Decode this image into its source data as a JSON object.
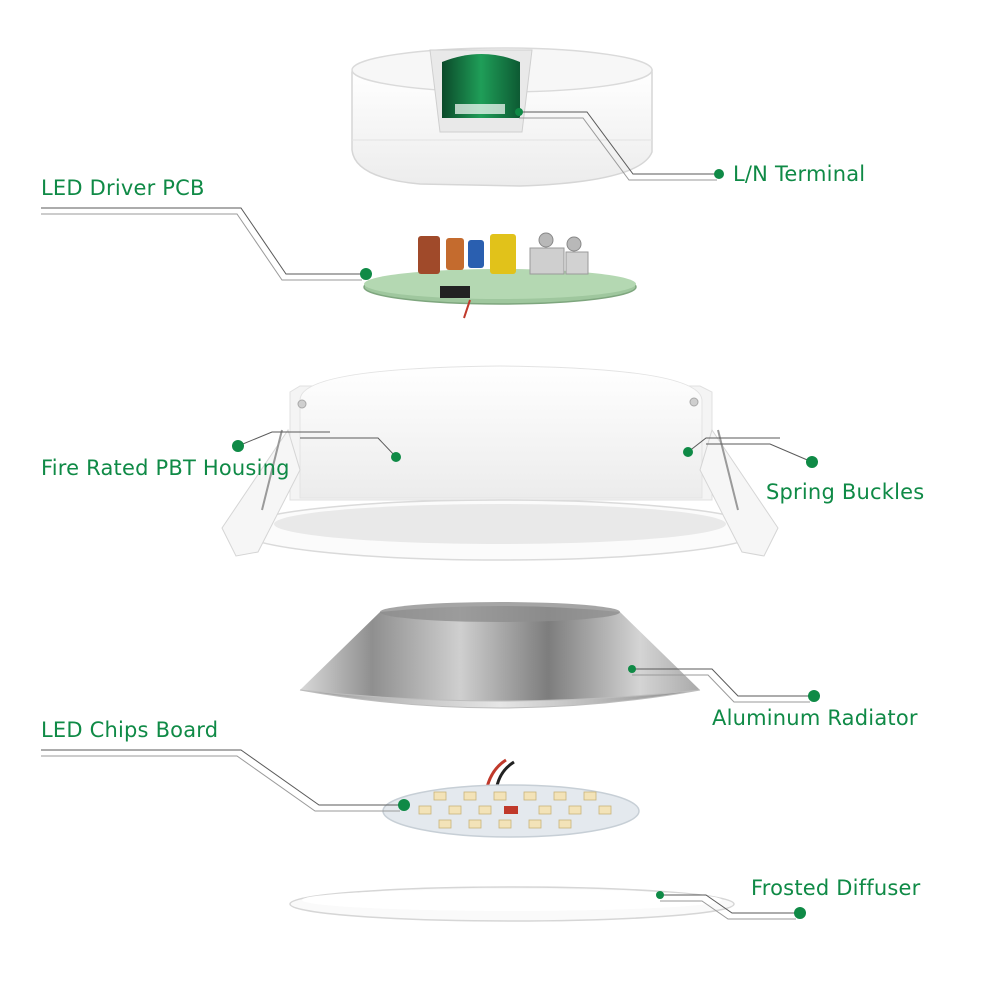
{
  "accent_color": "#0f8a46",
  "leader_color": "#5a5a5a",
  "components": [
    {
      "id": "ln-terminal",
      "label": "L/N Terminal"
    },
    {
      "id": "led-driver-pcb",
      "label": "LED Driver PCB"
    },
    {
      "id": "housing",
      "label": "Fire Rated PBT Housing"
    },
    {
      "id": "spring-buckles",
      "label": "Spring Buckles"
    },
    {
      "id": "aluminum-radiator",
      "label": "Aluminum Radiator"
    },
    {
      "id": "led-chips-board",
      "label": "LED Chips Board"
    },
    {
      "id": "frosted-diffuser",
      "label": "Frosted Diffuser"
    }
  ]
}
